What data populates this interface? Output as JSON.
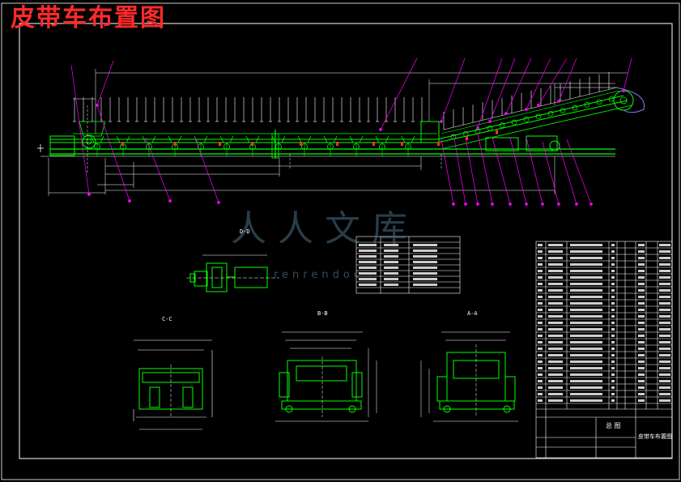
{
  "drawing_title": "皮带车布置图",
  "watermark": {
    "text": "人人文库",
    "url": "renrendoc"
  },
  "section_labels": {
    "d": "D-D",
    "c": "C-C",
    "b": "B-B",
    "a": "A-A"
  },
  "title_block": {
    "left": "总 图",
    "right": "皮带车布置图"
  },
  "colors": {
    "background": "#000000",
    "frame": "#ffffff",
    "equipment": "#00ff00",
    "leaders": "#ff00ff",
    "dimensions": "#ffffff",
    "title": "#ff2a2a",
    "watermark": "#4a6f86"
  }
}
